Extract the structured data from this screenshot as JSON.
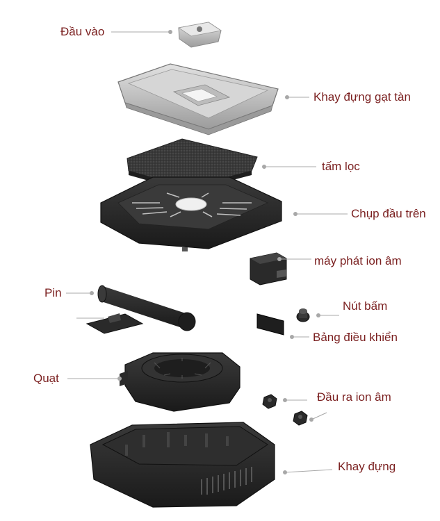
{
  "labels": {
    "inlet": "Đầu vào",
    "ash_tray": "Khay đựng gạt tàn",
    "filter": "tấm lọc",
    "top_cover": "Chụp đầu trên",
    "ion_generator": "máy phát ion âm",
    "battery": "Pin",
    "button": "Nút bấm",
    "control_board": "Bảng điều khiển",
    "fan": "Quạt",
    "ion_outlet": "Đầu ra ion âm",
    "base_tray": "Khay đựng"
  },
  "colors": {
    "label_text": "#7a1f1f",
    "leader_line": "#a8a8a8",
    "light_part": "#c9c9c9",
    "dark_part": "#2b2b2b"
  }
}
